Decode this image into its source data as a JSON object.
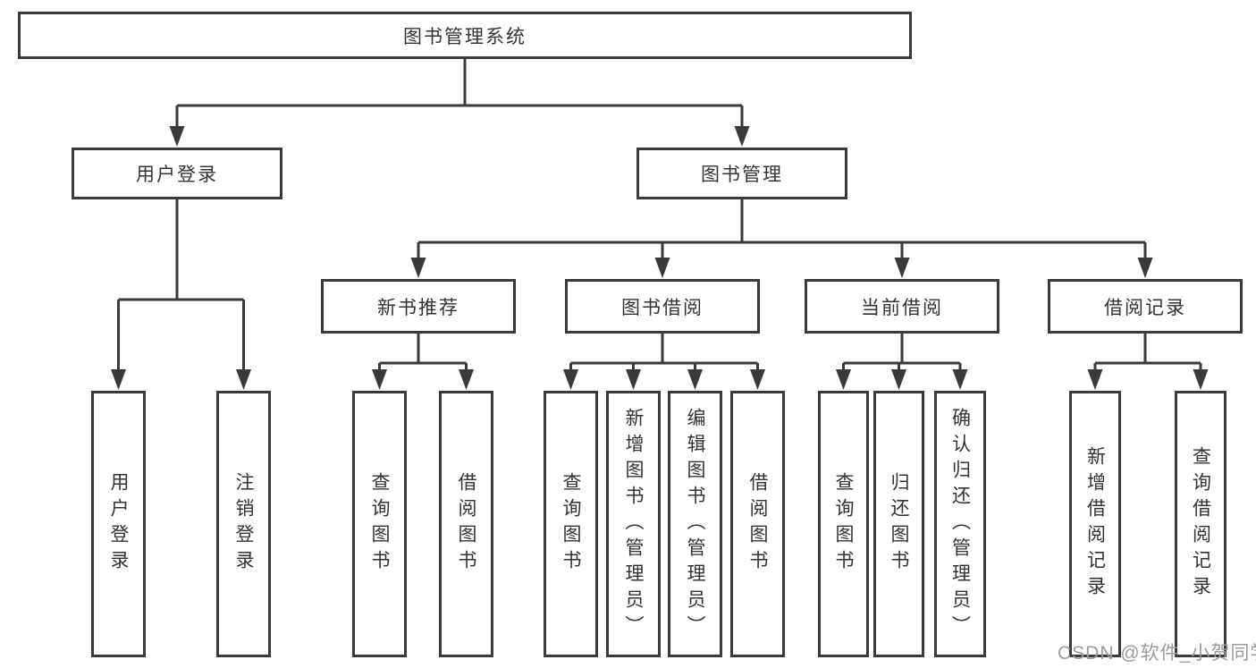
{
  "diagram": {
    "colors": {
      "line": "#3a3a3a",
      "box_border": "#3a3a3a",
      "text": "#333333",
      "background": "#ffffff",
      "watermark": "#9b9b9b"
    },
    "watermark": "CSDN @软件_小贺同学",
    "tree": {
      "root": {
        "label": "图书管理系统"
      },
      "branches": [
        {
          "label": "用户登录",
          "children": [
            {
              "label": "用户登录"
            },
            {
              "label": "注销登录"
            }
          ]
        },
        {
          "label": "图书管理",
          "children": [
            {
              "label": "新书推荐",
              "children": [
                {
                  "label": "查询图书"
                },
                {
                  "label": "借阅图书"
                }
              ]
            },
            {
              "label": "图书借阅",
              "children": [
                {
                  "label": "查询图书"
                },
                {
                  "label": "新增图书（管理员）"
                },
                {
                  "label": "编辑图书（管理员）"
                },
                {
                  "label": "借阅图书"
                }
              ]
            },
            {
              "label": "当前借阅",
              "children": [
                {
                  "label": "查询图书"
                },
                {
                  "label": "归还图书"
                },
                {
                  "label": "确认归还（管理员）"
                }
              ]
            },
            {
              "label": "借阅记录",
              "children": [
                {
                  "label": "新增借阅记录"
                },
                {
                  "label": "查询借阅记录"
                }
              ]
            }
          ]
        }
      ]
    }
  }
}
